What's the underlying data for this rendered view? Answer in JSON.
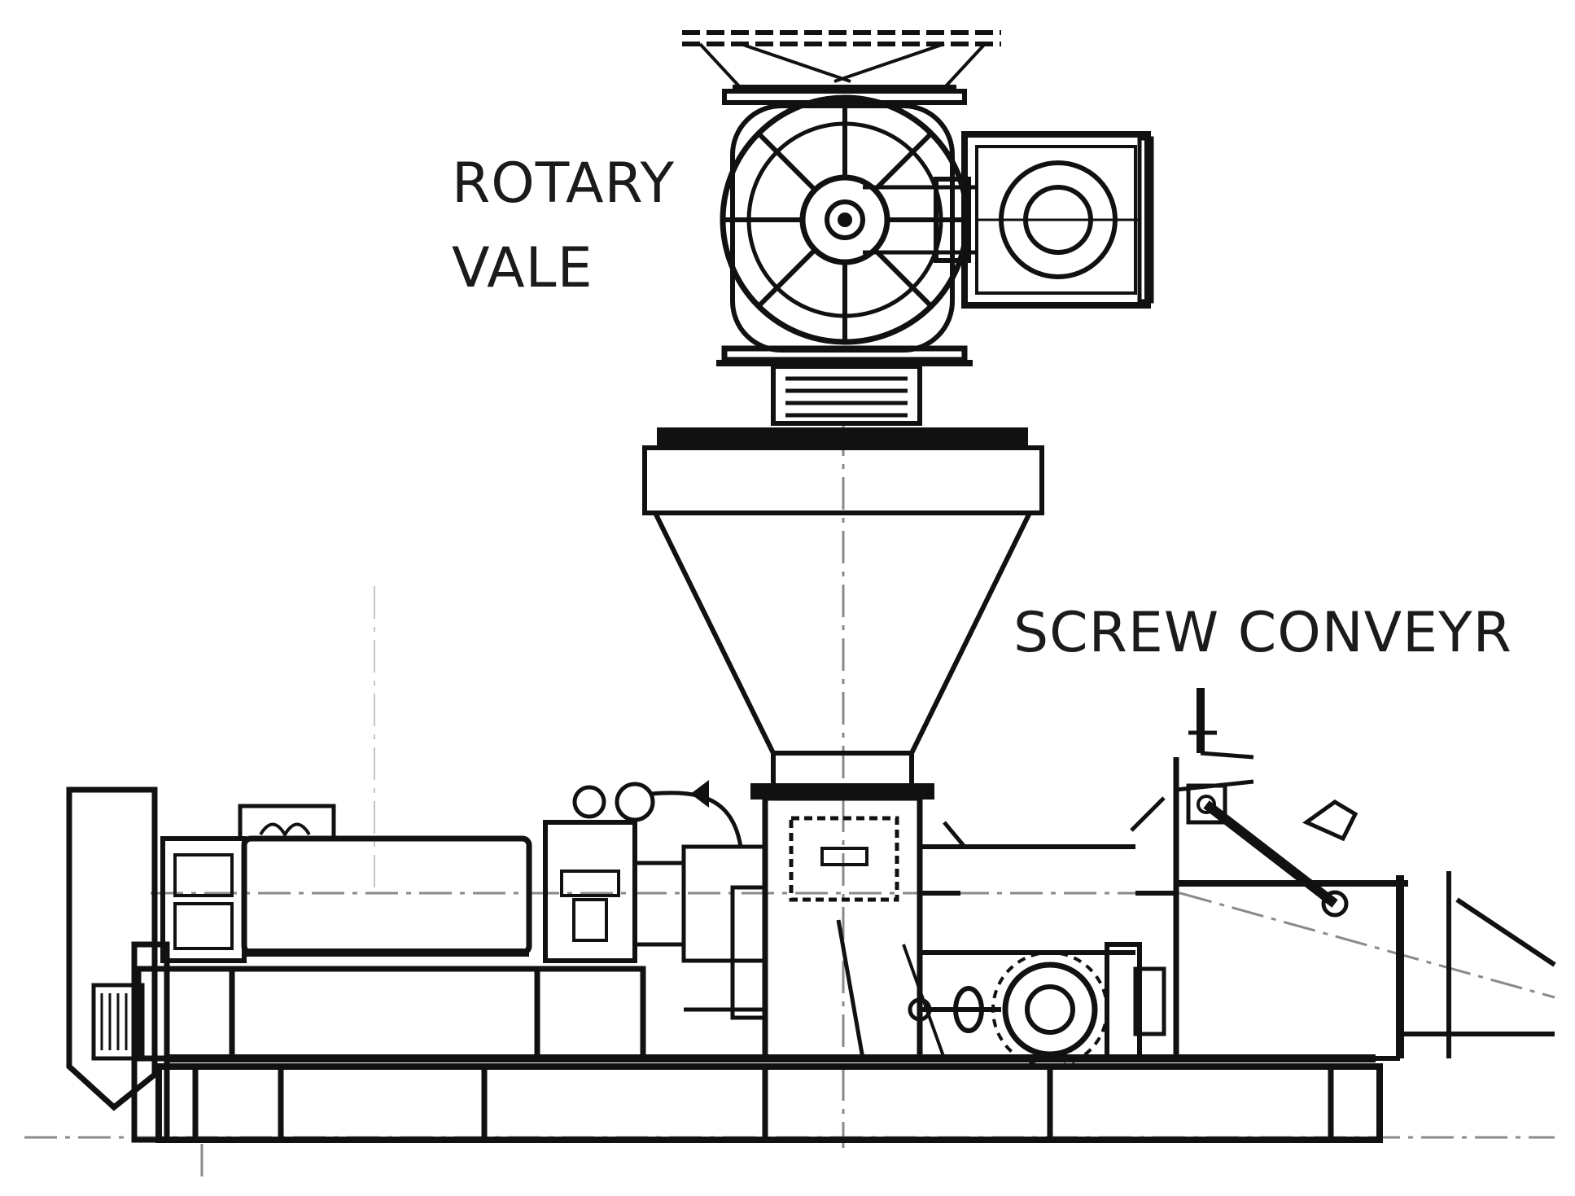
{
  "labels": {
    "rotary_line1": "ROTARY",
    "rotary_line2": "VALE",
    "screw": "SCREW CONVEYR"
  },
  "colors": {
    "ink": "#111111",
    "label": "#1b1b1b",
    "centerline": "#8a8a8a",
    "background": "#ffffff"
  }
}
